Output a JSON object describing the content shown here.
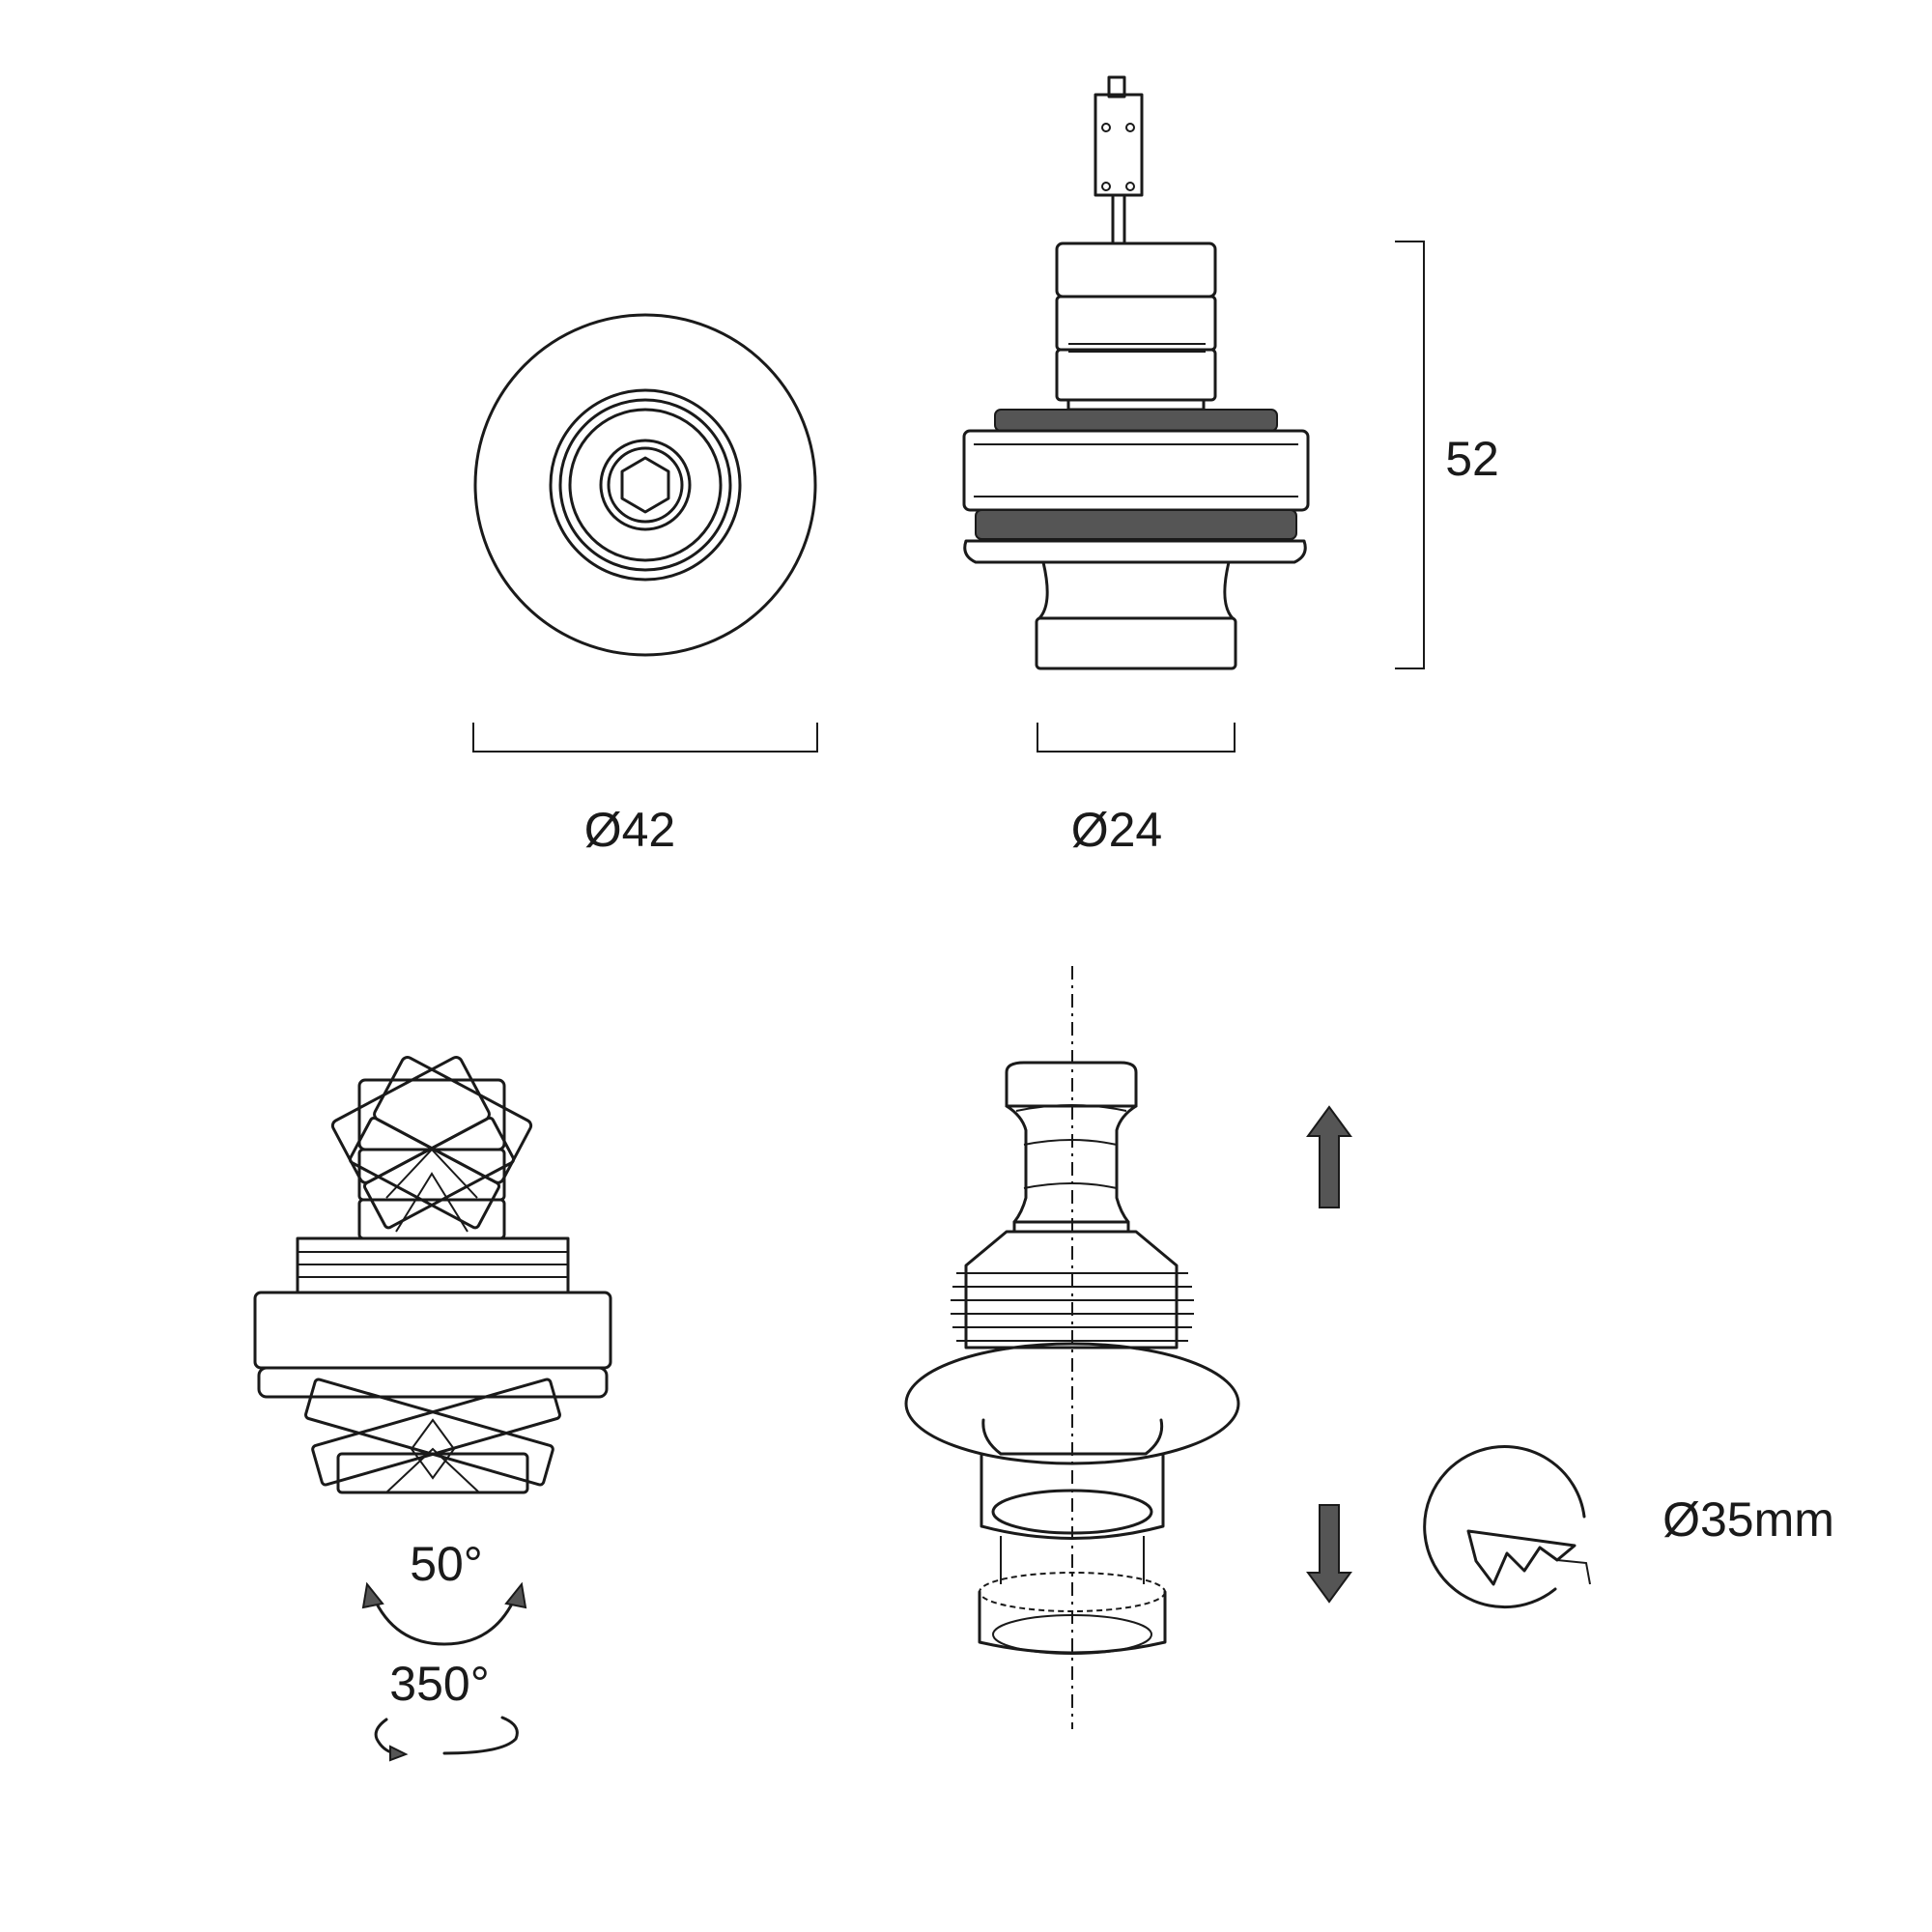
{
  "dimensions": {
    "outer_diameter": "Ø42",
    "body_diameter": "Ø24",
    "height": "52",
    "cutout": "Ø35mm"
  },
  "adjustment": {
    "tilt": "50°",
    "rotation": "350°"
  },
  "icons": {
    "tilt": "curved-double-arrow-icon",
    "rotation": "circular-arrow-icon",
    "height_adjust_up": "arrow-up-icon",
    "height_adjust_down": "arrow-down-icon",
    "cutout": "cutout-saw-icon"
  },
  "colors": {
    "line": "#1a1a1a",
    "fill_dark": "#555555",
    "background": "#ffffff"
  }
}
